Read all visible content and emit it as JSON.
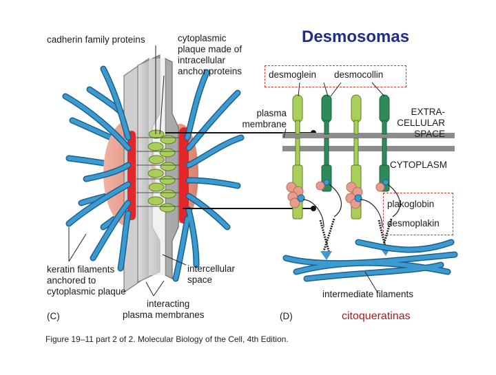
{
  "title": "Desmosomas",
  "panel_c": {
    "letter": "(C)",
    "cadherin_label": "cadherin family proteins",
    "plaque_label": [
      "cytoplasmic",
      "plaque made of",
      "intracellular",
      "anchor proteins"
    ],
    "keratin_label": [
      "keratin filaments",
      "anchored to",
      "cytoplasmic plaque"
    ],
    "intercellular_label": [
      "intercellular",
      "space"
    ],
    "membranes_label": [
      "interacting",
      "plasma membranes"
    ]
  },
  "panel_d": {
    "letter": "(D)",
    "desmoglein": "desmoglein",
    "desmocollin": "desmocollin",
    "plasma_membrane": [
      "plasma",
      "membrane"
    ],
    "extracellular": [
      "EXTRA-",
      "CELLULAR",
      "SPACE"
    ],
    "cytoplasm": "CYTOPLASM",
    "plakoglobin": "plakoglobin",
    "desmoplakin": "desmoplakin",
    "intermediate_filaments": "intermediate filaments",
    "citoqueratinas": "citoqueratinas"
  },
  "caption": "Figure 19–11 part 2 of 2. Molecular Biology of the Cell, 4th Edition.",
  "colors": {
    "title": "#1f2f88",
    "filament_blue": "#3b9ad0",
    "plaque_pink": "#e39482",
    "plaque_red": "#e3262a",
    "cadherin_green": "#a9cf5a",
    "desmocollin_green": "#2e8b57",
    "membrane_gray": "#8c8c8c",
    "annotation_red": "#b01818"
  }
}
